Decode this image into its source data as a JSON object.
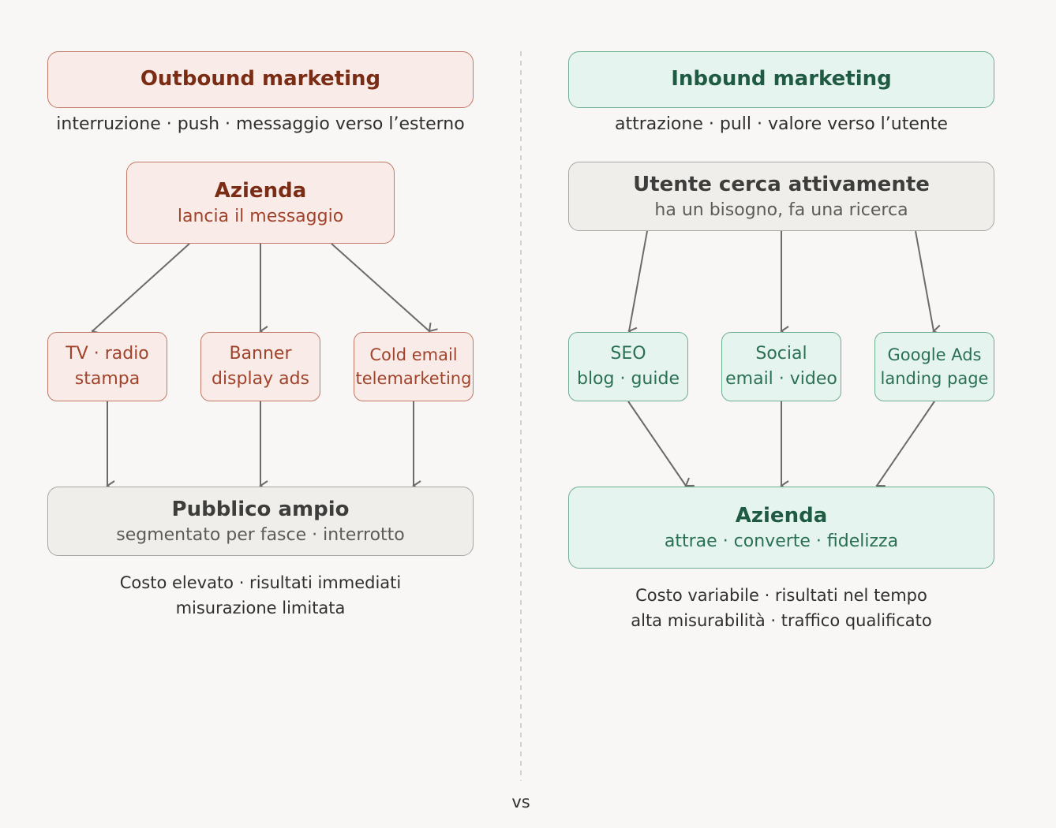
{
  "outbound": {
    "header": "Outbound marketing",
    "tagline": "interruzione · push · messaggio verso l’esterno",
    "source": {
      "title": "Azienda",
      "subtitle": "lancia il messaggio"
    },
    "channels": [
      {
        "line1": "TV · radio",
        "line2": "stampa"
      },
      {
        "line1": "Banner",
        "line2": "display ads"
      },
      {
        "line1": "Cold email",
        "line2": "telemarketing"
      }
    ],
    "target": {
      "title": "Pubblico ampio",
      "subtitle": "segmentato per fasce · interrotto"
    },
    "summary": {
      "line1": "Costo elevato · risultati immediati",
      "line2": "misurazione limitata"
    }
  },
  "inbound": {
    "header": "Inbound marketing",
    "tagline": "attrazione · pull · valore verso l’utente",
    "source": {
      "title": "Utente cerca attivamente",
      "subtitle": "ha un bisogno, fa una ricerca"
    },
    "channels": [
      {
        "line1": "SEO",
        "line2": "blog · guide"
      },
      {
        "line1": "Social",
        "line2": "email · video"
      },
      {
        "line1": "Google Ads",
        "line2": "landing page"
      }
    ],
    "target": {
      "title": "Azienda",
      "subtitle": "attrae · converte · fidelizza"
    },
    "summary": {
      "line1": "Costo variabile · risultati nel tempo",
      "line2": "alta misurabilità · traffico qualificato"
    }
  },
  "divider_label": "vs",
  "colors": {
    "outbound_fill": "#f9ece8",
    "outbound_stroke": "#c27a66",
    "inbound_fill": "#e5f4ee",
    "inbound_stroke": "#6fae93",
    "neutral_fill": "#f0eeea",
    "arrow": "#6b6b69"
  }
}
